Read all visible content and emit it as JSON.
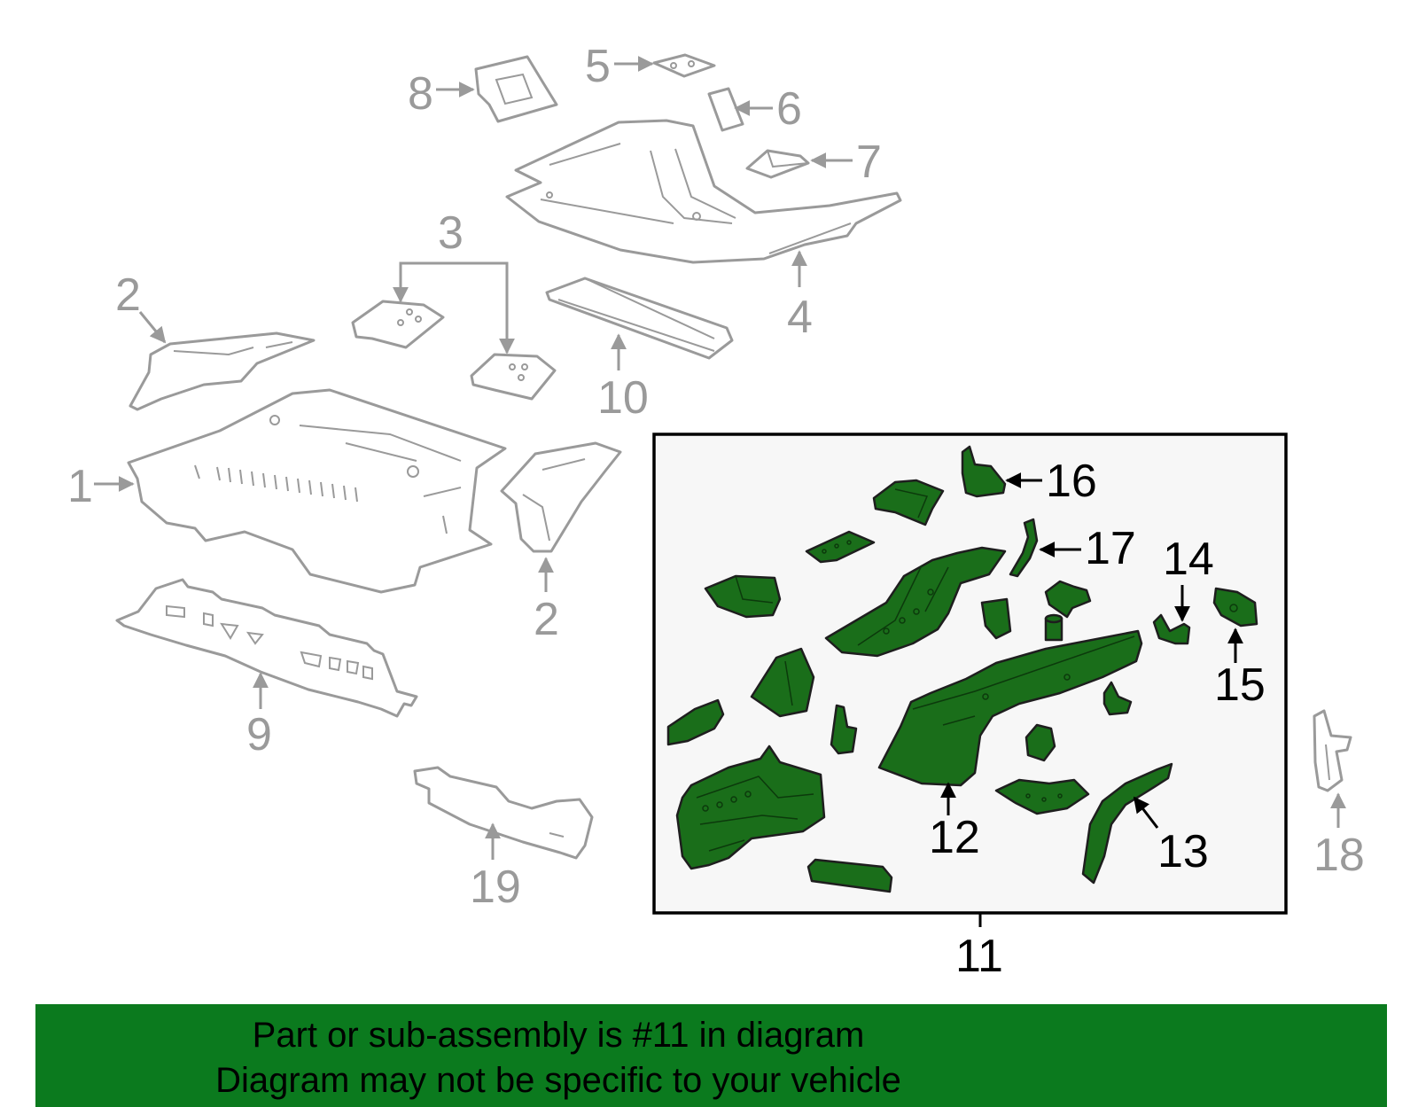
{
  "diagram": {
    "callouts": [
      {
        "id": "1",
        "label": "1",
        "style": "gray"
      },
      {
        "id": "2",
        "label": "2",
        "style": "gray"
      },
      {
        "id": "2b",
        "label": "2",
        "style": "gray"
      },
      {
        "id": "3",
        "label": "3",
        "style": "gray"
      },
      {
        "id": "4",
        "label": "4",
        "style": "gray"
      },
      {
        "id": "5",
        "label": "5",
        "style": "gray"
      },
      {
        "id": "6",
        "label": "6",
        "style": "gray"
      },
      {
        "id": "7",
        "label": "7",
        "style": "gray"
      },
      {
        "id": "8",
        "label": "8",
        "style": "gray"
      },
      {
        "id": "9",
        "label": "9",
        "style": "gray"
      },
      {
        "id": "10",
        "label": "10",
        "style": "gray"
      },
      {
        "id": "11",
        "label": "11",
        "style": "black"
      },
      {
        "id": "12",
        "label": "12",
        "style": "black"
      },
      {
        "id": "13",
        "label": "13",
        "style": "black"
      },
      {
        "id": "14",
        "label": "14",
        "style": "black"
      },
      {
        "id": "15",
        "label": "15",
        "style": "black"
      },
      {
        "id": "16",
        "label": "16",
        "style": "black"
      },
      {
        "id": "17",
        "label": "17",
        "style": "black"
      },
      {
        "id": "18",
        "label": "18",
        "style": "gray"
      },
      {
        "id": "19",
        "label": "19",
        "style": "gray"
      }
    ],
    "highlighted_assembly": "11",
    "colors": {
      "outline_gray": "#9a9a9a",
      "highlight_green": "#1a6e1a",
      "banner_green": "#0b7a1e",
      "text_black": "#000000"
    }
  },
  "banner": {
    "line1": "Part or sub-assembly is #11 in diagram",
    "line2": "Diagram may not be specific to your vehicle"
  }
}
